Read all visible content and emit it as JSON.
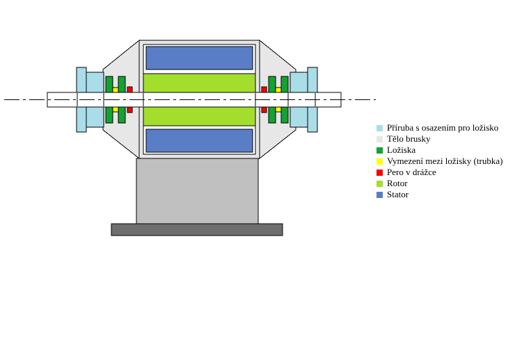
{
  "colors": {
    "flange": "#A9DEE8",
    "body": "#E7E7E7",
    "bearing": "#15A232",
    "spacer": "#FFFF00",
    "key": "#FF0000",
    "rotor": "#A4DE2C",
    "stator": "#5A7EC6",
    "pedestal": "#C0C0C0",
    "base_plate": "#6E6E6E",
    "outline": "#000000",
    "shaft": "#FFFFFF"
  },
  "legend": {
    "items": [
      {
        "key": "flange",
        "label": "Příruba s osazením pro ložisko"
      },
      {
        "key": "body",
        "label": "Tělo brusky"
      },
      {
        "key": "bearing",
        "label": "Ložiska"
      },
      {
        "key": "spacer",
        "label": "Vymezení mezi ložisky (trubka)"
      },
      {
        "key": "key",
        "label": "Pero v drážce"
      },
      {
        "key": "rotor",
        "label": "Rotor"
      },
      {
        "key": "stator",
        "label": "Stator"
      }
    ]
  }
}
